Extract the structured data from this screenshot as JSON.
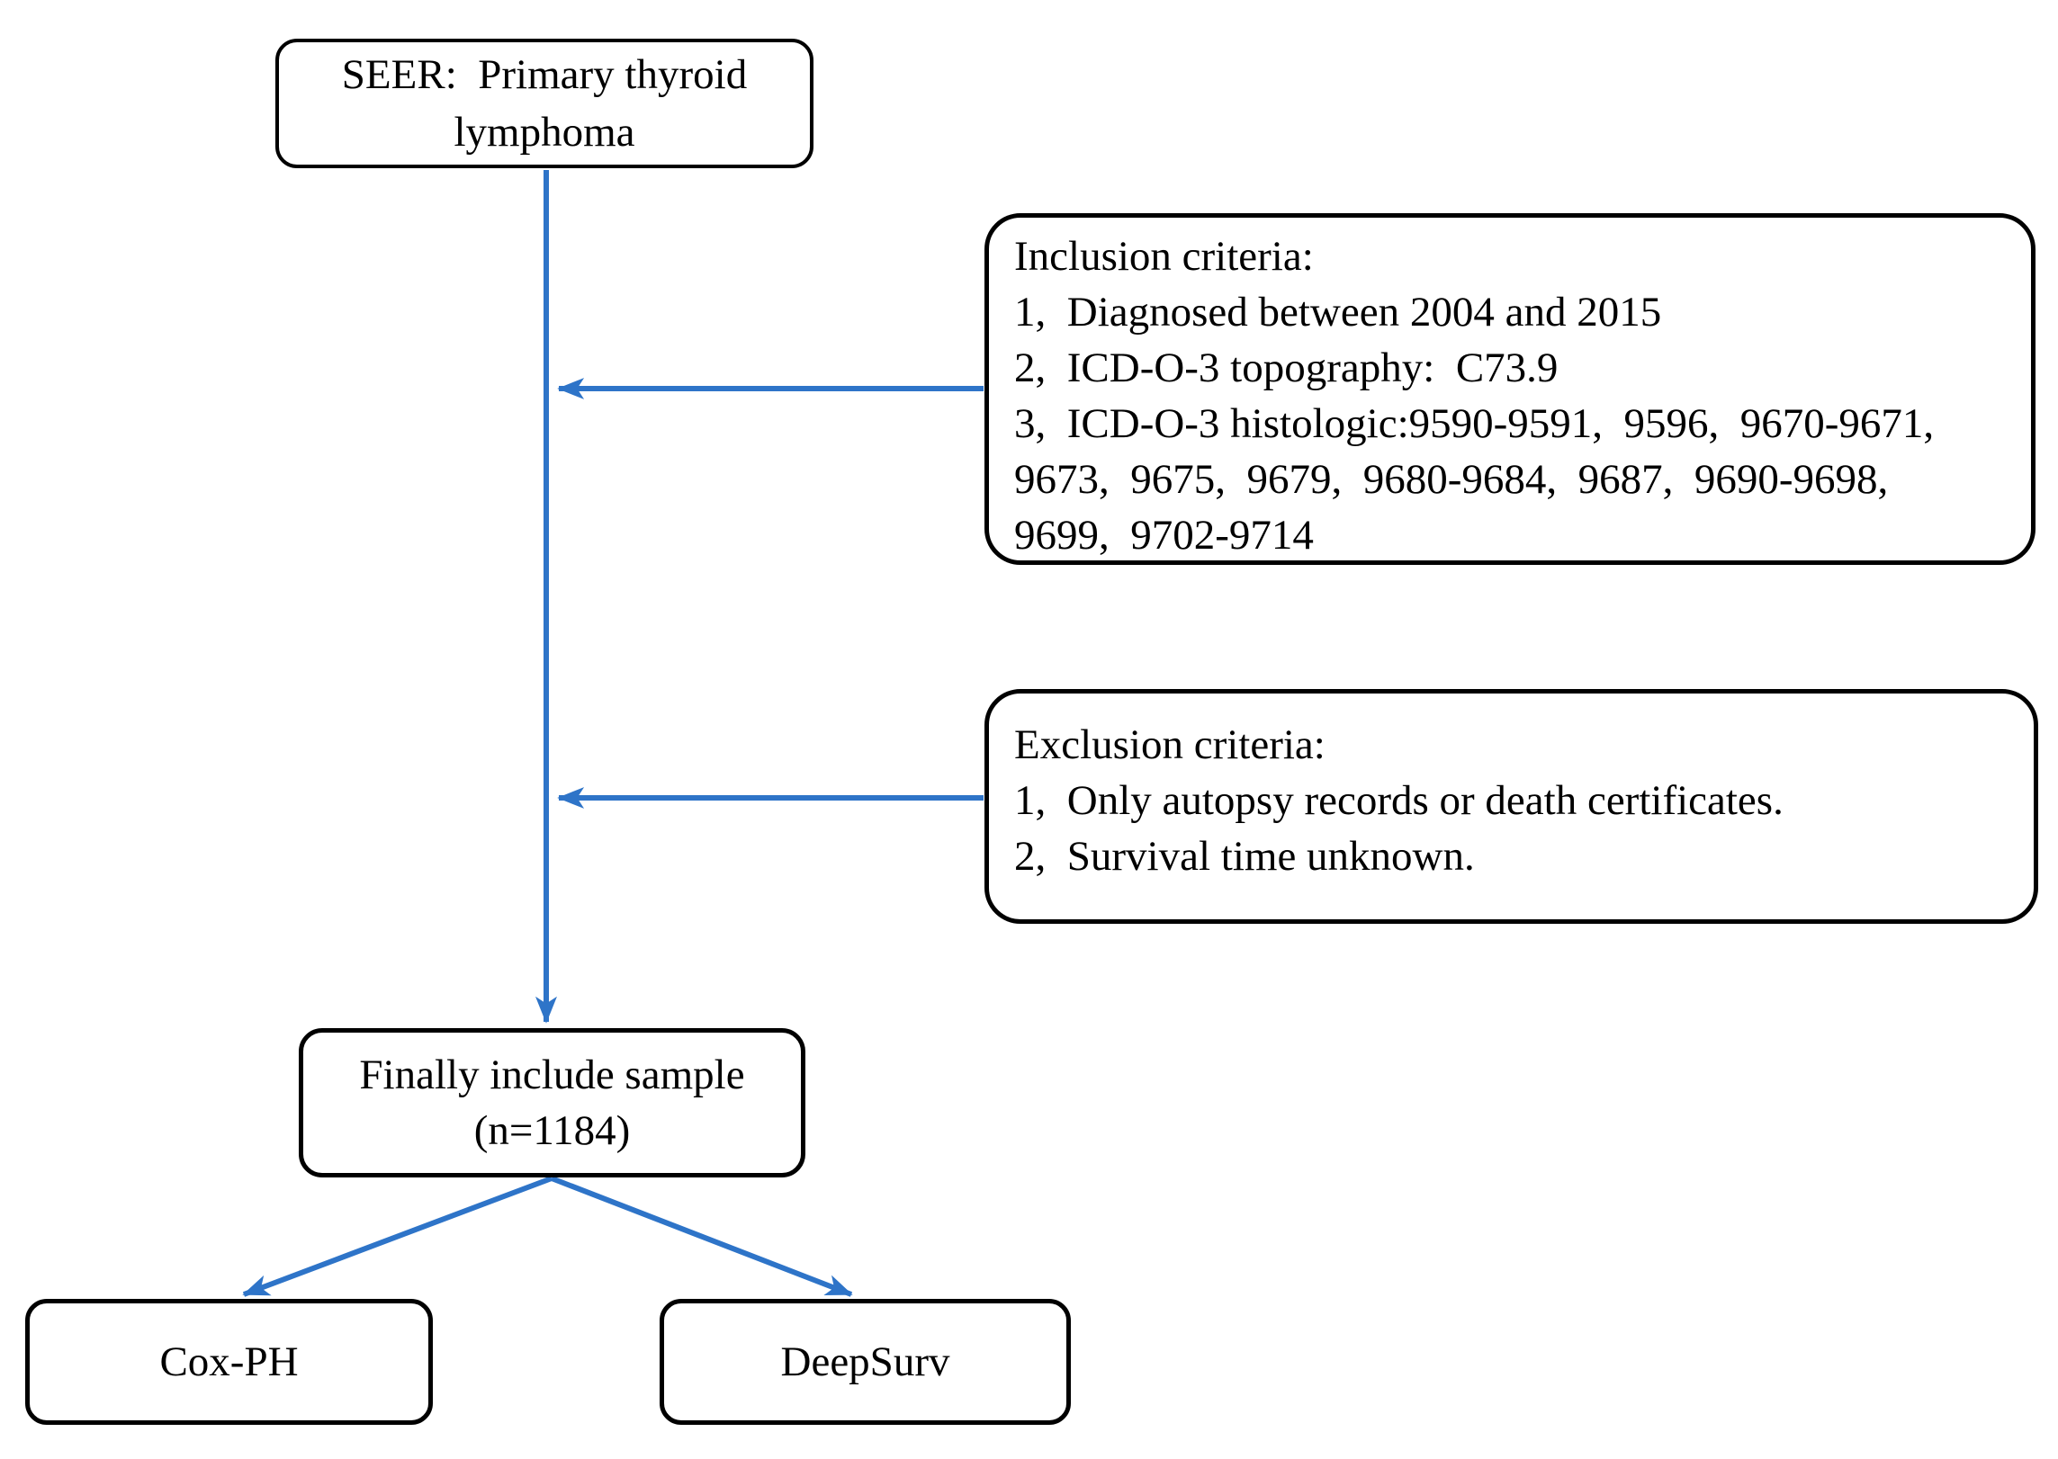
{
  "figure": {
    "type": "flowchart",
    "description_visible_only": "patient selection flow diagram"
  },
  "colors": {
    "arrow_blue": "#2E74C8",
    "box_border": "#000000",
    "box_fill": "#FFFFFF",
    "text": "#000000",
    "background": "#FFFFFF"
  },
  "flowchart": {
    "source_box": {
      "lines": [
        "SEER： Primary thyroid",
        "lymphoma"
      ]
    },
    "inclusion_box": {
      "lines": [
        "Inclusion criteria:",
        "1、Diagnosed between 2004 and 2015",
        "2、ICD-O-3 topography： C73.9",
        "3、ICD-O-3 histologic:9590-9591，9596，9670-9671，",
        "9673，9675，9679，9680-9684，9687，9690-9698，",
        "9699，9702-9714"
      ]
    },
    "exclusion_box": {
      "lines": [
        "Exclusion criteria:",
        "1、Only autopsy records or death certificates.",
        "2、Survival time unknown."
      ]
    },
    "final_box": {
      "lines": [
        "Finally include sample",
        "(n=1184)"
      ]
    },
    "model_left_box": {
      "label": "Cox-PH"
    },
    "model_right_box": {
      "label": "DeepSurv"
    }
  }
}
